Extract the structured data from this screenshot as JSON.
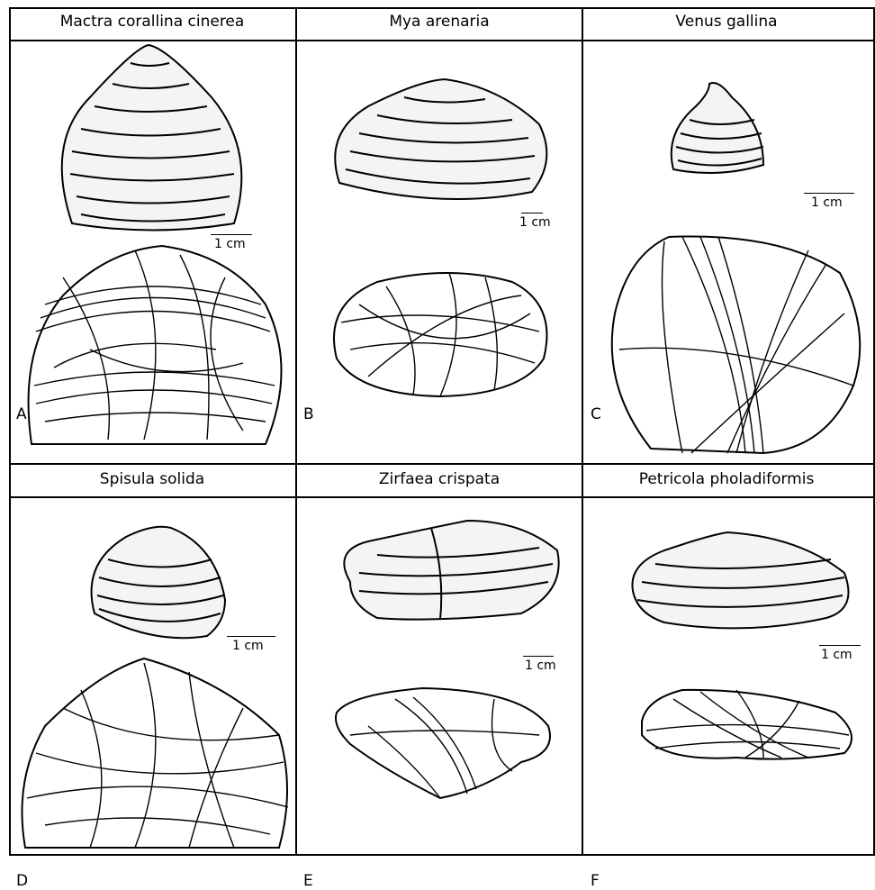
{
  "plate": {
    "panels": [
      {
        "id": "A",
        "species": "Mactra corallina cinerea",
        "letter": "A",
        "scale_label": "1 cm"
      },
      {
        "id": "B",
        "species": "Mya arenaria",
        "letter": "B",
        "scale_label": "1 cm"
      },
      {
        "id": "C",
        "species": "Venus gallina",
        "letter": "C",
        "scale_label": "1 cm"
      },
      {
        "id": "D",
        "species": "Spisula solida",
        "letter": "D",
        "scale_label": "1 cm"
      },
      {
        "id": "E",
        "species": "Zirfaea crispata",
        "letter": "E",
        "scale_label": "1 cm"
      },
      {
        "id": "F",
        "species": "Petricola pholadiformis",
        "letter": "F",
        "scale_label": "1 cm"
      }
    ]
  }
}
